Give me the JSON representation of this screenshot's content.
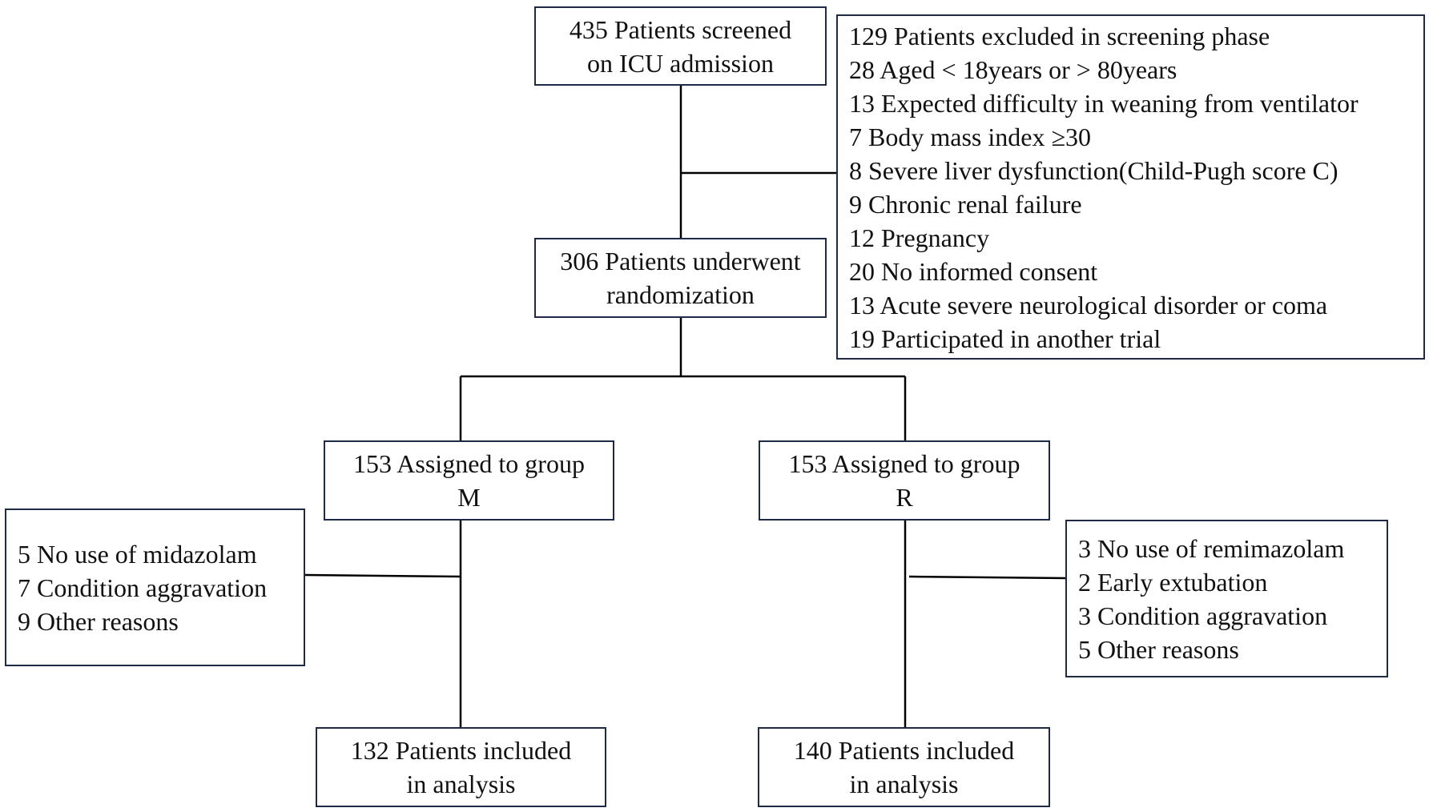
{
  "screening": {
    "line1": "435 Patients screened",
    "line2": "on ICU admission"
  },
  "exclusion": {
    "items": [
      "129 Patients excluded in screening phase",
      "28 Aged < 18years or  >  80years",
      "13 Expected difficulty in weaning from ventilator",
      "7   Body mass index ≥30",
      "8   Severe liver dysfunction(Child-Pugh score C)",
      "9   Chronic renal failure",
      "12 Pregnancy",
      "20 No informed consent",
      "13 Acute severe neurological disorder or coma",
      "19 Participated in another trial"
    ]
  },
  "randomization": {
    "line1": "306 Patients underwent",
    "line2": "randomization"
  },
  "group_m": {
    "line1": "153 Assigned to group",
    "line2": "M"
  },
  "group_r": {
    "line1": "153 Assigned to group",
    "line2": "R"
  },
  "dropout_m": {
    "items": [
      "5 No use of midazolam",
      "7 Condition aggravation",
      "9 Other reasons"
    ]
  },
  "dropout_r": {
    "items": [
      "3 No use of remimazolam",
      "2 Early extubation",
      "3 Condition aggravation",
      "5 Other reasons"
    ]
  },
  "analysis_m": {
    "line1": "132 Patients included",
    "line2": "in analysis"
  },
  "analysis_r": {
    "line1": "140 Patients included",
    "line2": "in analysis"
  },
  "colors": {
    "line": "#000000",
    "border": "#1f2a44",
    "text": "#111111"
  }
}
